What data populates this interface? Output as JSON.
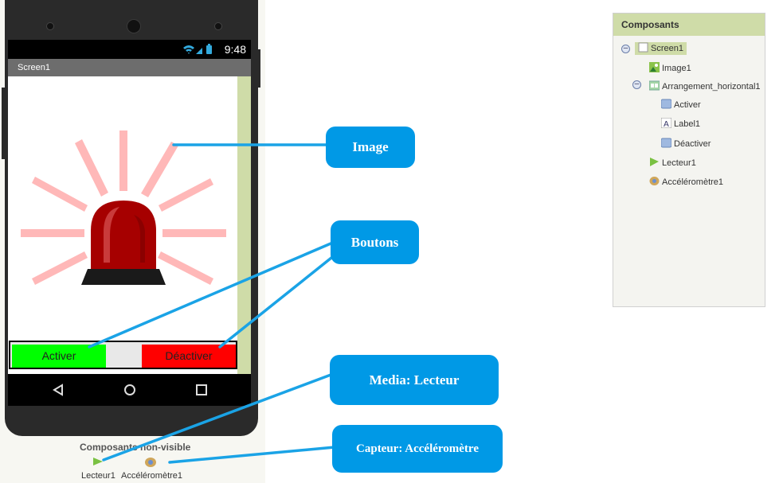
{
  "phone": {
    "status_time": "9:48",
    "screen_title": "Screen1",
    "buttons": {
      "activate": "Activer",
      "deactivate": "Déactiver"
    },
    "colors": {
      "activate": "#00ff00",
      "deactivate": "#ff0000",
      "scrollbar": "#cfdca8"
    }
  },
  "non_visible": {
    "title": "Composants non-visible",
    "items": [
      "Lecteur1",
      "Accéléromètre1"
    ]
  },
  "components_panel": {
    "title": "Composants",
    "tree": [
      {
        "label": "Screen1",
        "icon": "screen-icon"
      },
      {
        "label": "Image1",
        "icon": "image-icon"
      },
      {
        "label": "Arrangement_horizontal1",
        "icon": "arrangement-icon"
      },
      {
        "label": "Activer",
        "icon": "button-icon"
      },
      {
        "label": "Label1",
        "icon": "label-icon"
      },
      {
        "label": "Déactiver",
        "icon": "button-icon"
      },
      {
        "label": "Lecteur1",
        "icon": "player-icon"
      },
      {
        "label": "Accéléromètre1",
        "icon": "accelerometer-icon"
      }
    ]
  },
  "callouts": {
    "image": "Image",
    "buttons": "Boutons",
    "media": "Media: Lecteur",
    "sensor": "Capteur: Accéléromètre"
  },
  "accent_color": "#0099e6"
}
